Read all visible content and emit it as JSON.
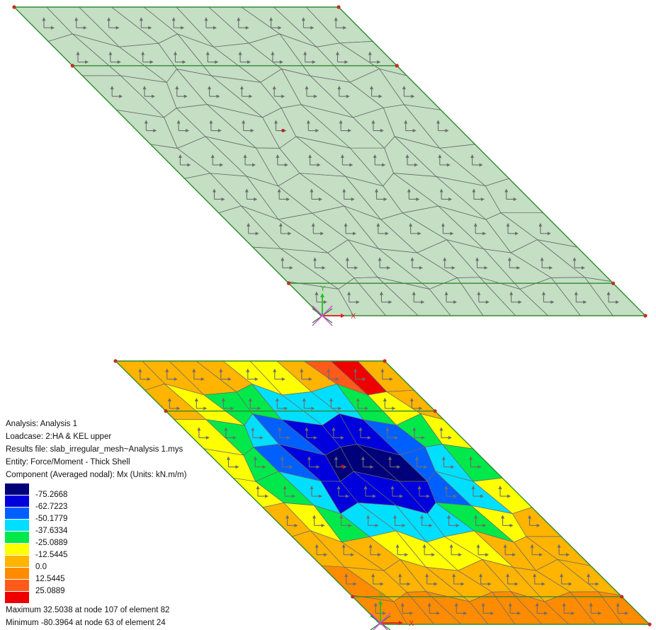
{
  "analysis_info": {
    "analysis": "Analysis: Analysis 1",
    "loadcase": "Loadcase: 2:HA & KEL upper",
    "results_file": "Results file: slab_irregular_mesh~Analysis 1.mys",
    "entity": "Entity: Force/Moment - Thick Shell",
    "component": "Component (Averaged nodal): Mx (Units: kN.m/m)"
  },
  "legend": {
    "colors": [
      "#00007a",
      "#0000dc",
      "#0060ff",
      "#00dfff",
      "#00e84a",
      "#ffff00",
      "#ffb400",
      "#ff8c00",
      "#ff5a1a",
      "#ee0000"
    ],
    "ticks": [
      "-75.2668",
      "-62.7223",
      "-50.1779",
      "-37.6334",
      "-25.0889",
      "-12.5445",
      "0.0",
      "12.5445",
      "25.0889"
    ]
  },
  "stats": {
    "maximum": "Maximum 32.5038 at node 107 of element 82",
    "minimum": "Minimum -80.3964 at node 63 of element 24"
  },
  "axes": {
    "x_label": "X",
    "y_label": "Y"
  },
  "colors": {
    "mesh_fill": "#c4dfc4",
    "mesh_line": "#6a6a6a",
    "edge_line": "#2e8b2e",
    "arrow": "#6d6d6d"
  }
}
